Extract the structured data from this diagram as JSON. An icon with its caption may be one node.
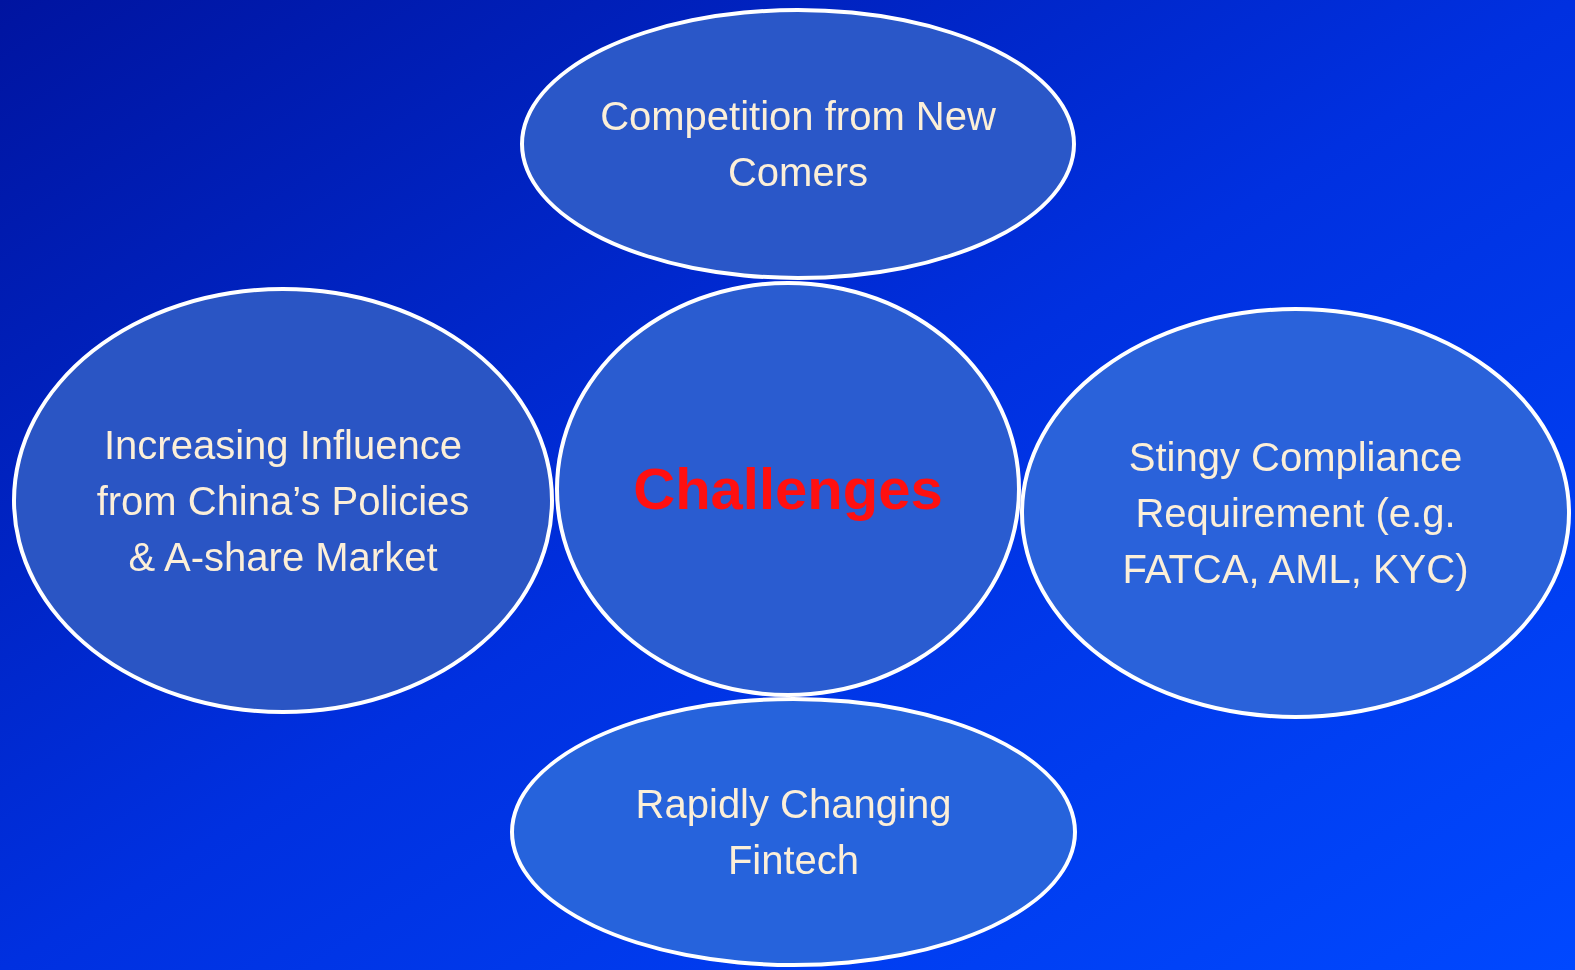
{
  "diagram": {
    "nodes": [
      {
        "text": [
          "Competition from New Comers"
        ]
      },
      {
        "text": [
          "Increasing Influence from China’s Policies & A-share Market"
        ]
      },
      {
        "text": [
          "Challenges"
        ]
      },
      {
        "text": [
          "Stingy Compliance Requirement (e.g. FATCA, AML, KYC)"
        ]
      },
      {
        "text": [
          "Rapidly Changing Fintech"
        ]
      }
    ]
  }
}
